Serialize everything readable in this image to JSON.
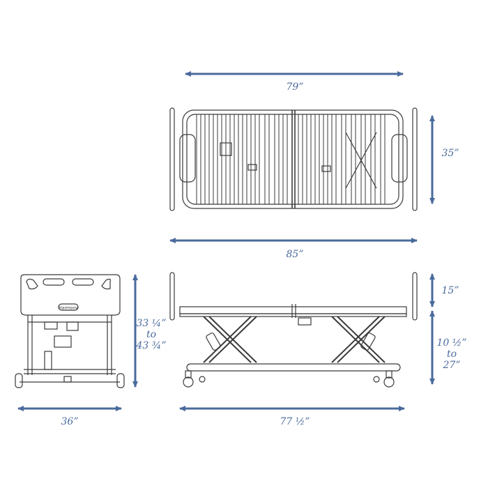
{
  "colors": {
    "dimension": "#4a6a9c",
    "line": "#3a3a3a",
    "background": "#ffffff"
  },
  "brand_logo_text": "Harmony",
  "dimensions": {
    "top_inner_length": "79”",
    "top_width": "35”",
    "top_outer_length": "85”",
    "end_height_line1": "33 ¼”",
    "end_height_line2": "to",
    "end_height_line3": "43 ¾”",
    "end_width": "36”",
    "headboard_height": "15”",
    "deck_height_line1": "10 ½”",
    "deck_height_line2": "to",
    "deck_height_line3": "27”",
    "side_length": "77 ½”"
  }
}
